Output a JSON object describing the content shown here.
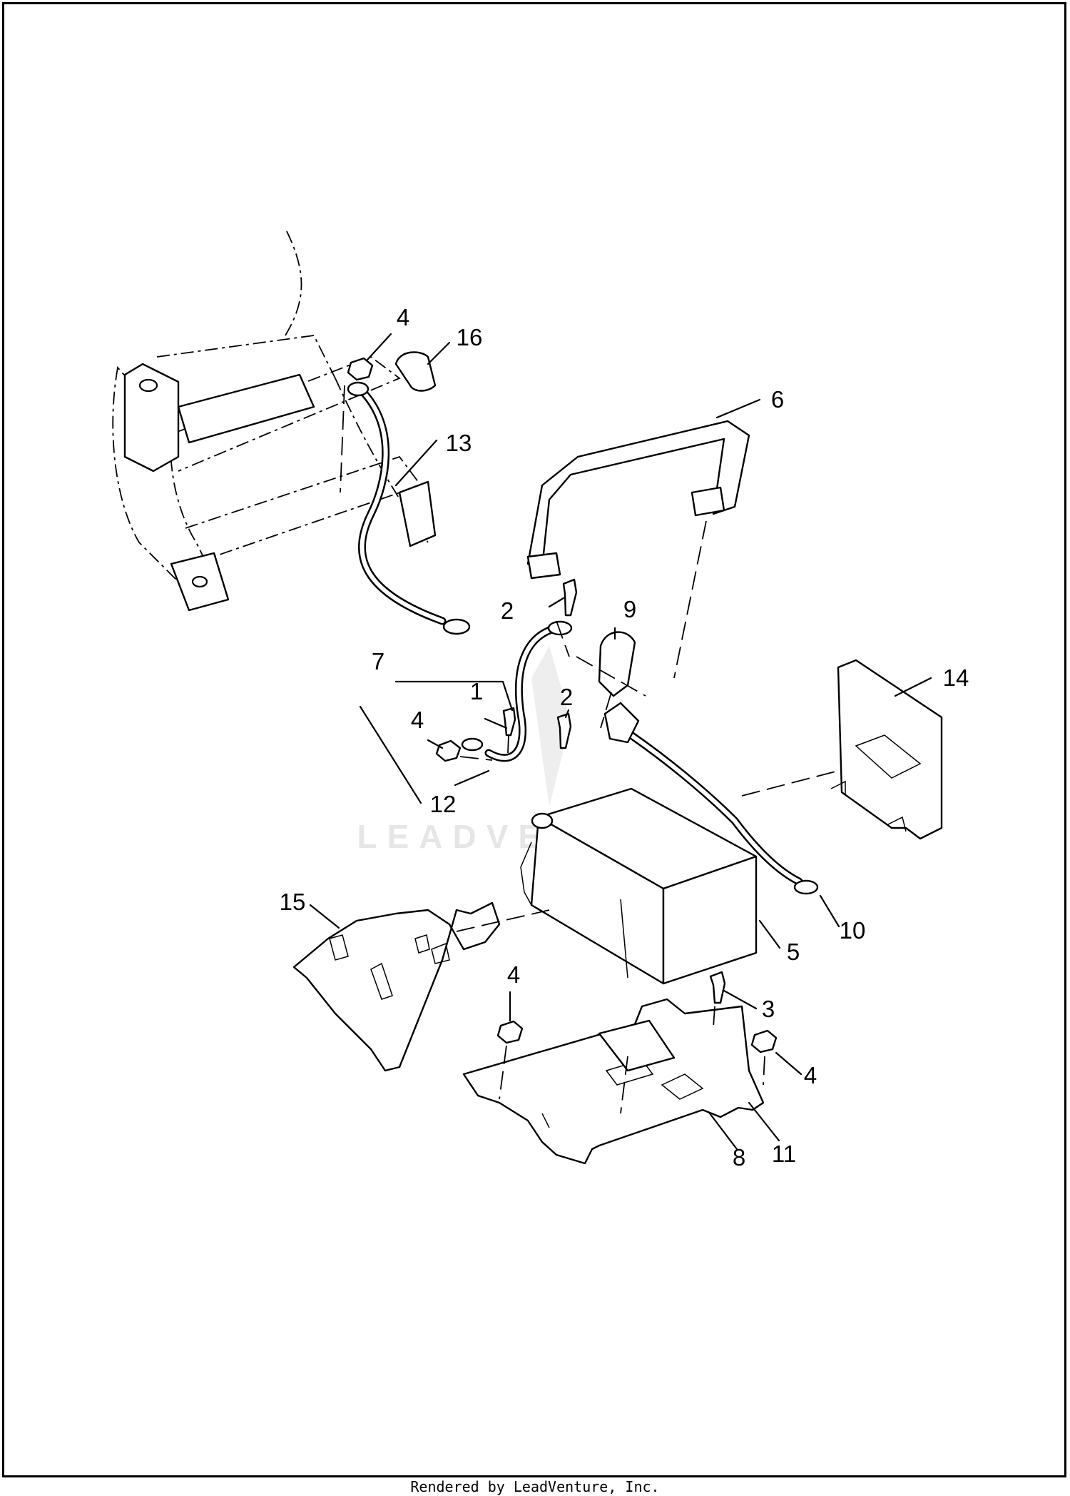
{
  "callouts": {
    "c1": "1",
    "c2a": "2",
    "c2b": "2",
    "c3": "3",
    "c4a": "4",
    "c4b": "4",
    "c4c": "4",
    "c4d": "4",
    "c5": "5",
    "c6": "6",
    "c7": "7",
    "c8": "8",
    "c9": "9",
    "c10": "10",
    "c11": "11",
    "c12": "12",
    "c13": "13",
    "c14": "14",
    "c15": "15",
    "c16": "16"
  },
  "watermark": {
    "text": "LEADVENTURE",
    "color": "#e6e6e6"
  },
  "footer": {
    "text": "Rendered by LeadVenture, Inc."
  }
}
